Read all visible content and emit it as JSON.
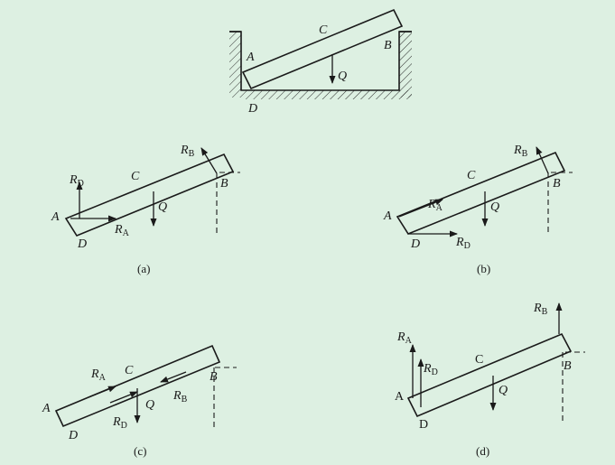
{
  "top": {
    "C": "C",
    "A": "A",
    "B": "B",
    "D": "D",
    "Q": "Q"
  },
  "a": {
    "caption": "(a)",
    "A": "A",
    "B": "B",
    "C": "C",
    "D": "D",
    "Q": "Q",
    "RD": "R",
    "RD_sub": "D",
    "RA": "R",
    "RA_sub": "A",
    "RB": "R",
    "RB_sub": "B"
  },
  "b": {
    "caption": "(b)",
    "A": "A",
    "B": "B",
    "C": "C",
    "D": "D",
    "Q": "Q",
    "RA": "R",
    "RA_sub": "A",
    "RD": "R",
    "RD_sub": "D",
    "RB": "R",
    "RB_sub": "B"
  },
  "c": {
    "caption": "(c)",
    "A": "A",
    "B": "B",
    "C": "C",
    "D": "D",
    "Q": "Q",
    "RA": "R",
    "RA_sub": "A",
    "RD": "R",
    "RD_sub": "D",
    "RB": "R",
    "RB_sub": "B"
  },
  "d": {
    "caption": "(d)",
    "A": "A",
    "B": "B",
    "C": "C",
    "D": "D",
    "Q": "Q",
    "RA": "R",
    "RA_sub": "A",
    "RD": "R",
    "RD_sub": "D",
    "RB": "R",
    "RB_sub": "B"
  }
}
